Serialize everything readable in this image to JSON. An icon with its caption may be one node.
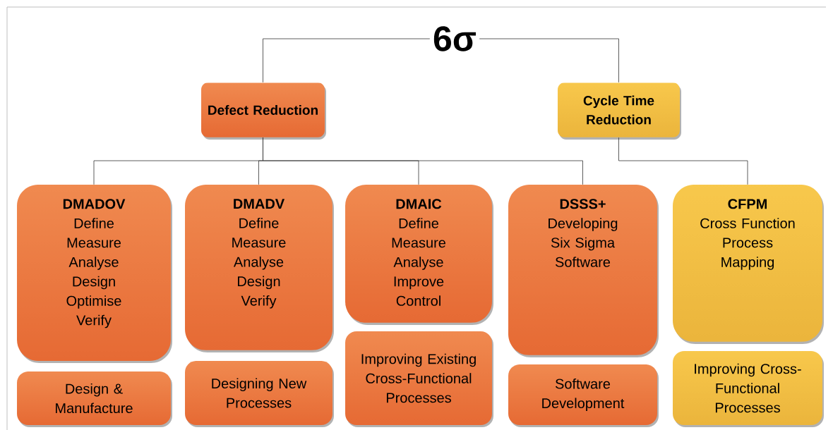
{
  "diagram": {
    "nodes": [
      {
        "text": [
          "6σ"
        ]
      },
      {
        "text": [
          "Defect Reduction"
        ]
      },
      {
        "text": [
          "Cycle Time Reduction"
        ]
      },
      {
        "text": [
          "DMADOV",
          "Define",
          "Measure",
          "Analyse",
          "Design",
          "Optimise",
          "Verify"
        ]
      },
      {
        "text": [
          "DMADV",
          "Define",
          "Measure",
          "Analyse",
          "Design",
          "Verify"
        ]
      },
      {
        "text": [
          "DMAIC",
          "Define",
          "Measure",
          "Analyse",
          "Improve",
          "Control"
        ]
      },
      {
        "text": [
          "DSSS+",
          "Developing",
          "Six Sigma",
          "Software"
        ]
      },
      {
        "text": [
          "CFPM",
          "Cross Function",
          "Process",
          "Mapping"
        ]
      },
      {
        "text": [
          "Design & Manufacture"
        ]
      },
      {
        "text": [
          "Designing New Processes"
        ]
      },
      {
        "text": [
          "Improving Existing Cross-Functional Processes"
        ]
      },
      {
        "text": [
          "Software Development"
        ]
      },
      {
        "text": [
          "Improving Cross-Functional Processes"
        ]
      }
    ],
    "edges": [
      {
        "from": 0,
        "to": 1,
        "arrow": "none"
      },
      {
        "from": 0,
        "to": 2,
        "arrow": "none"
      },
      {
        "from": 1,
        "to": 3,
        "arrow": "none"
      },
      {
        "from": 1,
        "to": 4,
        "arrow": "none"
      },
      {
        "from": 1,
        "to": 5,
        "arrow": "none"
      },
      {
        "from": 1,
        "to": 6,
        "arrow": "none"
      },
      {
        "from": 2,
        "to": 7,
        "arrow": "none"
      }
    ]
  }
}
